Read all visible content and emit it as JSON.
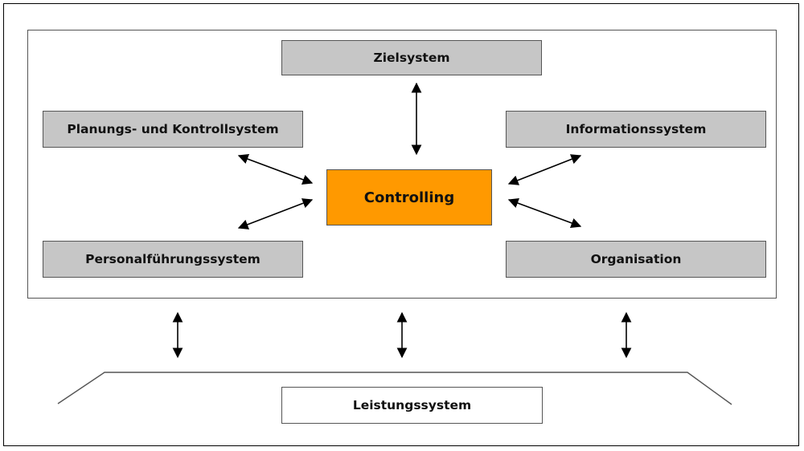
{
  "diagram": {
    "top_box": "Zielsystem",
    "left_upper_box": "Planungs- und Kontrollsystem",
    "right_upper_box": "Informationssystem",
    "center_box": "Controlling",
    "left_lower_box": "Personalführungssystem",
    "right_lower_box": "Organisation",
    "bottom_box": "Leistungssystem",
    "colors": {
      "center_fill": "#ff9900",
      "system_fill": "#c6c6c6",
      "bottom_fill": "#ffffff"
    }
  }
}
